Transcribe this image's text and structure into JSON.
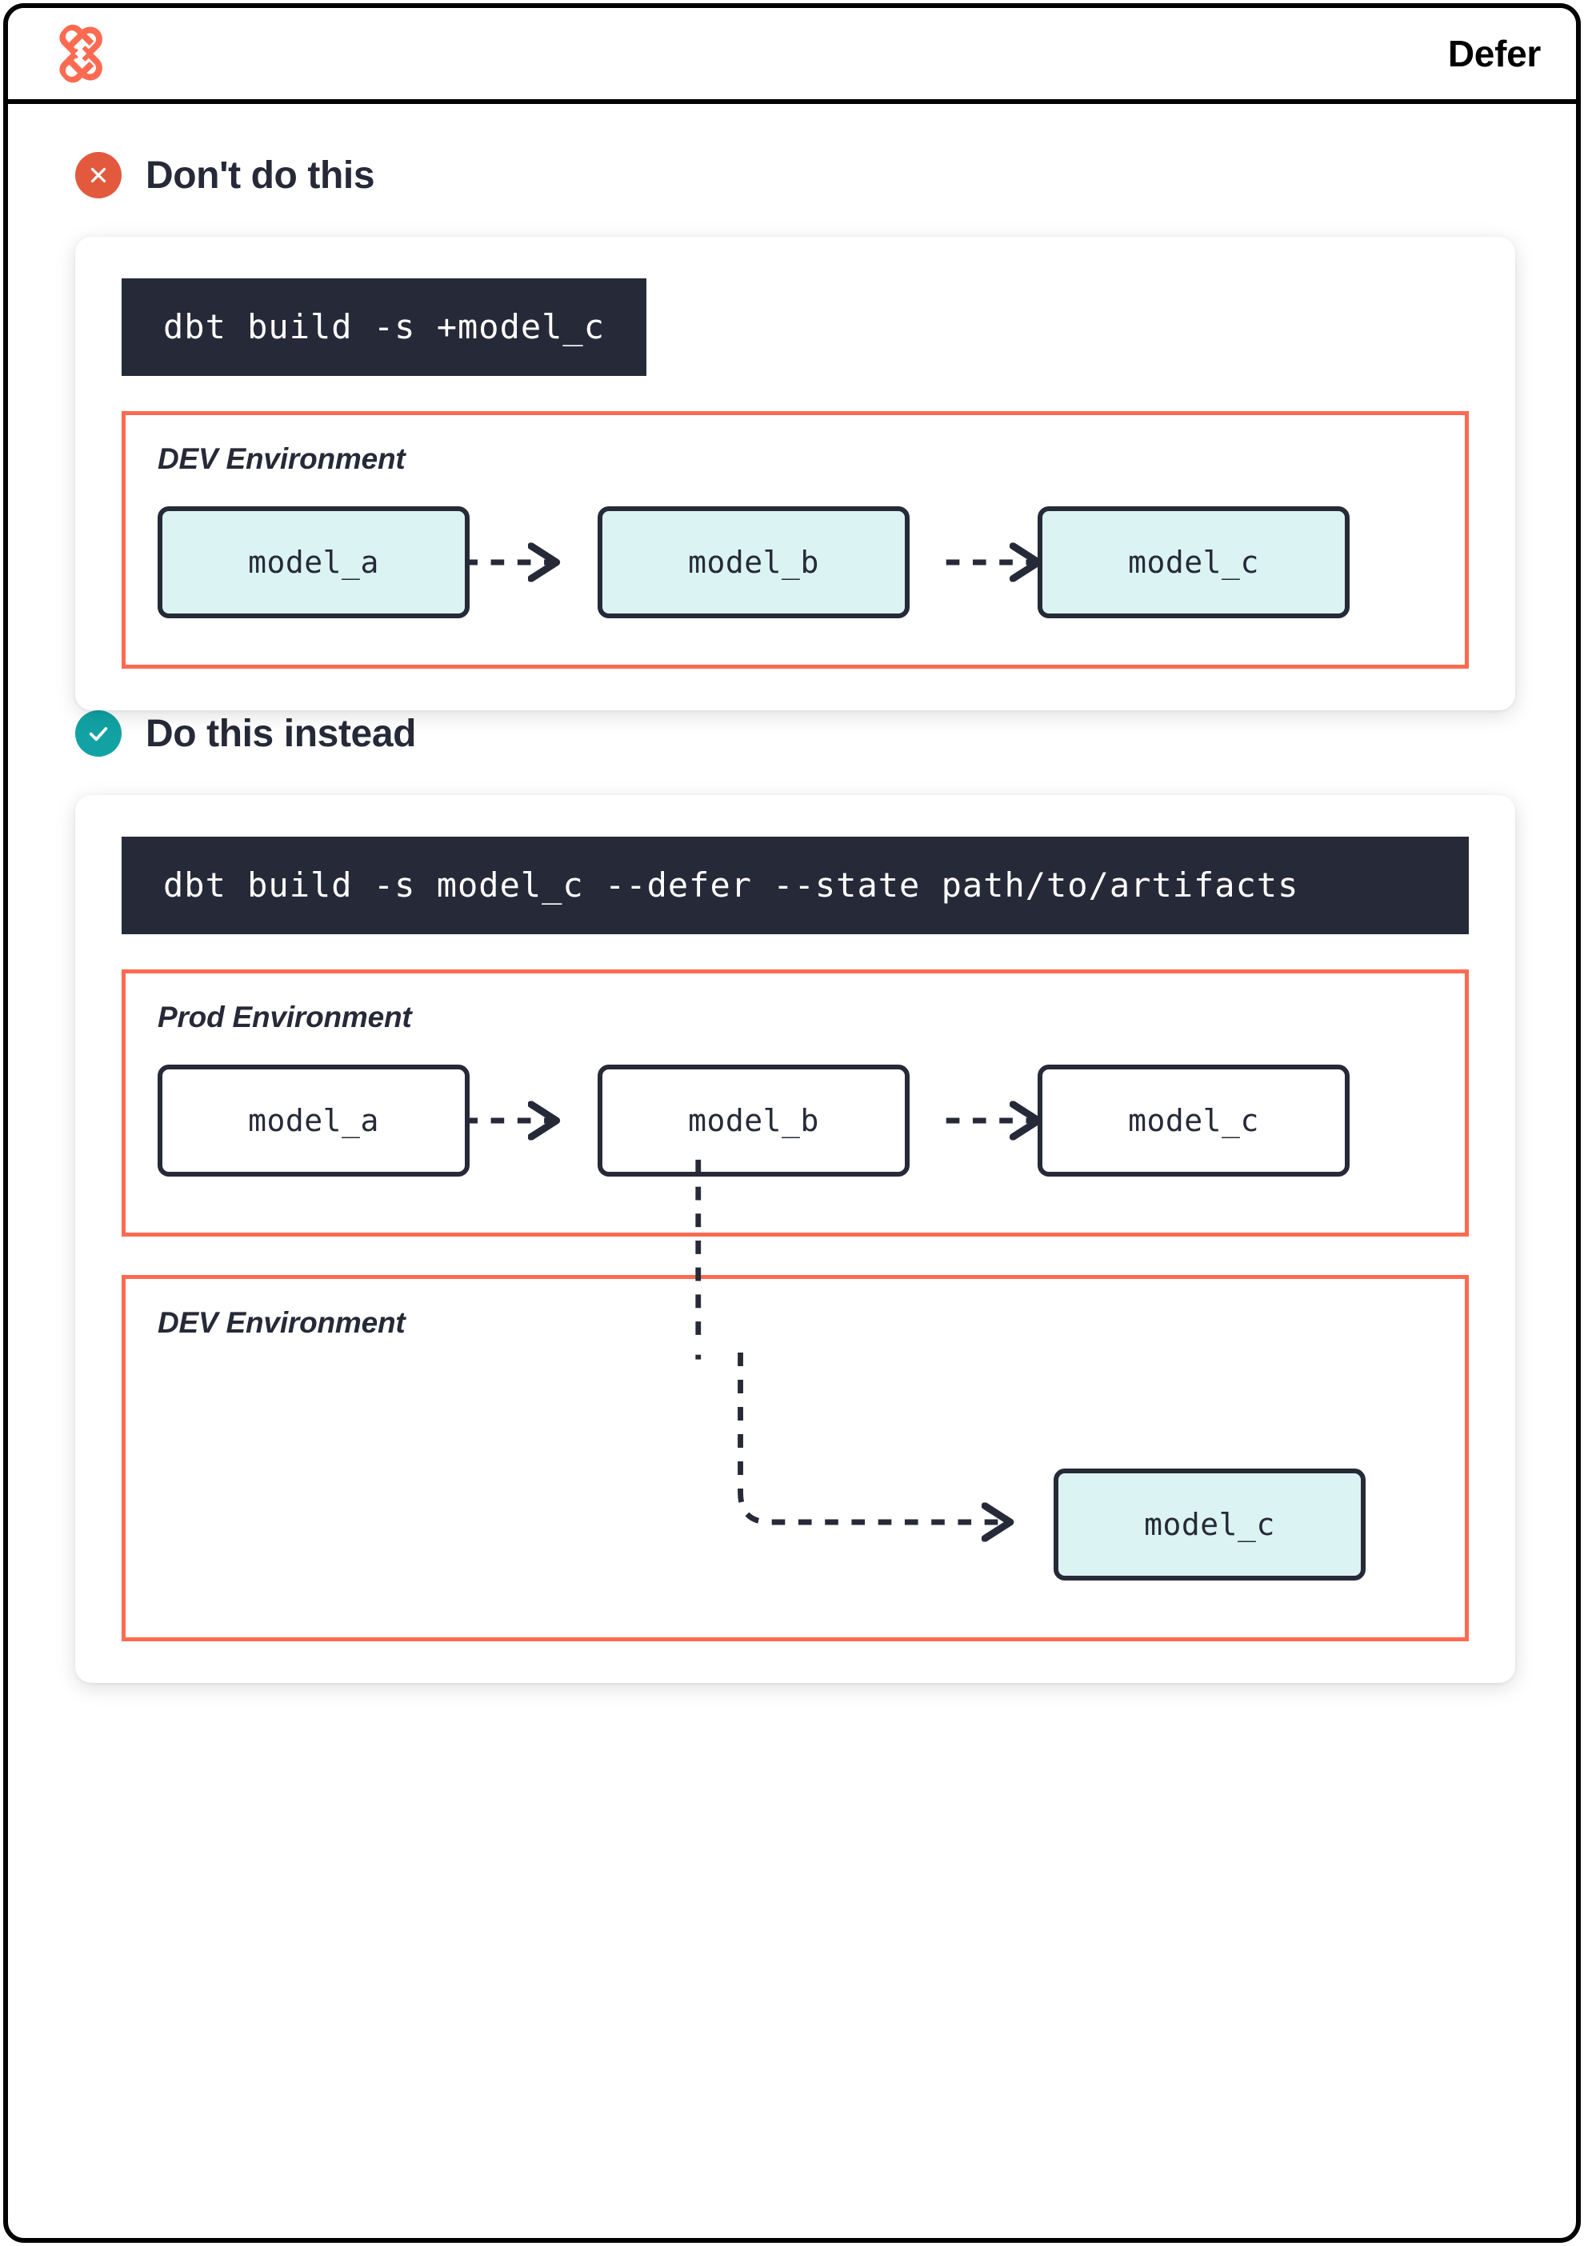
{
  "header": {
    "logo_icon": "dbt-logo-icon",
    "title": "Defer"
  },
  "sections": [
    {
      "id": "dont",
      "badge_icon": "x-circle-icon",
      "badge_color": "#e2593e",
      "title": "Don't do this",
      "command": "dbt build -s +model_c",
      "environments": [
        {
          "label": "DEV Environment",
          "nodes": [
            {
              "name": "model_a",
              "style": "cyan"
            },
            {
              "name": "model_b",
              "style": "cyan"
            },
            {
              "name": "model_c",
              "style": "cyan"
            }
          ]
        }
      ]
    },
    {
      "id": "do",
      "badge_icon": "check-circle-icon",
      "badge_color": "#12a2a4",
      "title": "Do this instead",
      "command": "dbt build -s model_c --defer --state path/to/artifacts",
      "environments": [
        {
          "label": "Prod Environment",
          "nodes": [
            {
              "name": "model_a",
              "style": "white"
            },
            {
              "name": "model_b",
              "style": "white"
            },
            {
              "name": "model_c",
              "style": "white"
            }
          ]
        },
        {
          "label": "DEV Environment",
          "nodes": [
            {
              "name": "model_c",
              "style": "cyan"
            }
          ]
        }
      ]
    }
  ],
  "colors": {
    "brand_orange": "#fc6b51",
    "dark_navy": "#262a38",
    "cyan_fill": "#dbf3f2",
    "bad_red": "#e2593e",
    "good_teal": "#12a2a4",
    "code_bg": "#262a38"
  }
}
